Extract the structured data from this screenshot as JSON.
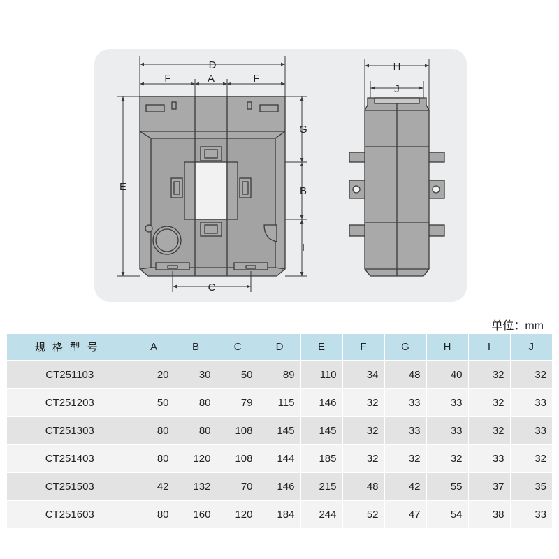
{
  "drawing": {
    "front_labels": [
      "D",
      "F",
      "A",
      "F",
      "G",
      "E",
      "B",
      "I",
      "C"
    ],
    "side_labels": [
      "H",
      "J"
    ],
    "body_color": "#a9a9a9",
    "line_color": "#3a3a3a"
  },
  "unit_label": "单位：mm",
  "table": {
    "headers": [
      "规格型号",
      "A",
      "B",
      "C",
      "D",
      "E",
      "F",
      "G",
      "H",
      "I",
      "J"
    ],
    "rows": [
      [
        "CT251103",
        "20",
        "30",
        "50",
        "89",
        "110",
        "34",
        "48",
        "40",
        "32",
        "32"
      ],
      [
        "CT251203",
        "50",
        "80",
        "79",
        "115",
        "146",
        "32",
        "33",
        "33",
        "32",
        "33"
      ],
      [
        "CT251303",
        "80",
        "80",
        "108",
        "145",
        "145",
        "32",
        "33",
        "33",
        "32",
        "33"
      ],
      [
        "CT251403",
        "80",
        "120",
        "108",
        "144",
        "185",
        "32",
        "32",
        "32",
        "33",
        "32"
      ],
      [
        "CT251503",
        "42",
        "132",
        "70",
        "146",
        "215",
        "48",
        "42",
        "55",
        "37",
        "35"
      ],
      [
        "CT251603",
        "80",
        "160",
        "120",
        "184",
        "244",
        "52",
        "47",
        "54",
        "38",
        "33"
      ]
    ],
    "header_color": "#bfe0ea",
    "row_colors": [
      "#e3e3e3",
      "#f3f3f3"
    ]
  }
}
